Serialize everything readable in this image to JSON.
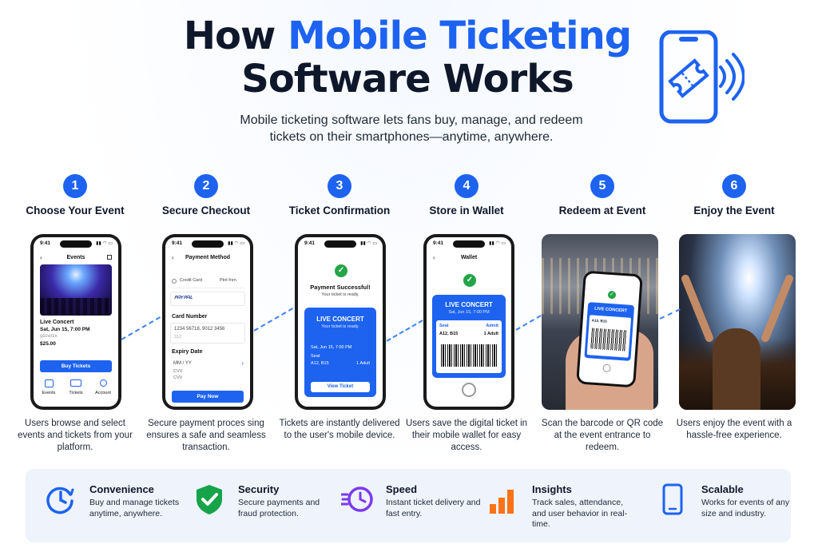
{
  "header": {
    "title_prefix": "How ",
    "title_accent": "Mobile Ticketing",
    "title_suffix": "Software Works",
    "subtitle": "Mobile ticketing software lets fans buy, manage, and redeem tickets on their smartphones—anytime, anywhere."
  },
  "steps": [
    {
      "num": "1",
      "title": "Choose Your Event",
      "desc": "Users browse and select events and tickets from your platform."
    },
    {
      "num": "2",
      "title": "Secure Checkout",
      "desc": "Secure payment proces sing ensures a safe and seamless transaction."
    },
    {
      "num": "3",
      "title": "Ticket Confirmation",
      "desc": "Tickets are instantly delivered to the user's mobile device."
    },
    {
      "num": "4",
      "title": "Store in Wallet",
      "desc": "Users save the digital ticket in their mobile wallet for easy access."
    },
    {
      "num": "5",
      "title": "Redeem at Event",
      "desc": "Scan the barcode or QR code at the event entrance to redeem."
    },
    {
      "num": "6",
      "title": "Enjoy the Event",
      "desc": "Users enjoy the event with a hassle-free experience."
    }
  ],
  "phone1": {
    "time": "9:41",
    "nav_title": "Events",
    "event_name": "Live Concert",
    "event_date": "Sat, Jun 15, 7:00 PM",
    "venue": "ɡᴇᴇᴡɪᴇᴀ",
    "price": "$25.00",
    "button": "Buy Tickets",
    "tabs": [
      "Events",
      "Tickets",
      "Account"
    ]
  },
  "phone2": {
    "time": "9:41",
    "nav_title": "Payment Method",
    "opt_credit": "Credit Card",
    "opt_other": "Ptnt fnrn",
    "brand": "ᑭᗩYᑭᗩᒪ",
    "card_label": "Card Number",
    "card_value": "1234 56718, 9012 3456",
    "card_sub": "312",
    "expiry_label": "Expiry Date",
    "expiry_value": "MM / YY",
    "cvv1": "CVV",
    "cvv2": "CVV",
    "button": "Pay Now"
  },
  "phone3": {
    "time": "9:41",
    "headline": "Payment Successful!",
    "sub": "Your ticket is ready.",
    "card_title": "LIVE CONCERT",
    "card_sub": "Your ticket is ready.",
    "date": "Sat, Jun 15, 7:00 PM",
    "seat_label": "Seat",
    "seat_value": "A12, B15",
    "admit_value": "1 Adult",
    "button": "View Ticket"
  },
  "phone4": {
    "time": "9:41",
    "nav_title": "Wallet",
    "card_title": "LIVE CONCERT",
    "date": "Sat, Jun 15, 7:00 PM",
    "seat_label": "Seat",
    "admit_label": "Admit",
    "seat_value": "A12, B15",
    "admit_value": "1 Adult"
  },
  "photo5": {
    "card_title": "LIVE CONCERT",
    "seat_value": "A12, B15"
  },
  "benefits": [
    {
      "title": "Convenience",
      "desc": "Buy and manage tickets anytime, anywhere."
    },
    {
      "title": "Security",
      "desc": "Secure payments and fraud protection."
    },
    {
      "title": "Speed",
      "desc": "Instant ticket delivery and fast entry."
    },
    {
      "title": "Insights",
      "desc": "Track sales, attendance, and user behavior in real-time."
    },
    {
      "title": "Scalable",
      "desc": "Works for events of any size and industry."
    }
  ],
  "colors": {
    "accent": "#1d63f0",
    "success": "#22a447",
    "security": "#16a34a",
    "speed": "#7c3aed",
    "insights": "#f97316"
  },
  "icons": {
    "hero": "phone-ticket-nfc-icon",
    "benefits": [
      "clock-refresh-icon",
      "shield-check-icon",
      "fast-clock-icon",
      "bar-chart-icon",
      "smartphone-icon"
    ]
  }
}
